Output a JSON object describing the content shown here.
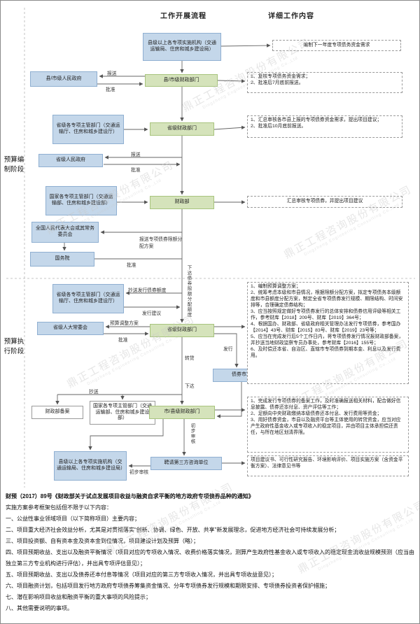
{
  "header": {
    "flow_column": "工作开展流程",
    "detail_column": "详细工作内容"
  },
  "stages": {
    "prep": "预算编制阶段",
    "exec": "预算执行阶段"
  },
  "nodes": {
    "impl_agency_top": "县级以上各专项实施机构（交通运输局、住房和城乡建设局）",
    "county_finance": "县/市级财政部门",
    "county_gov": "县/市级人民政府",
    "prov_dept": "省级各专项主管部门（交通运输厅、住房和城乡建设厅）",
    "prov_finance": "省级财政部门",
    "prov_gov": "省级人民政府",
    "national_dept": "国家各专项主管部门（交通运输部、住房和城乡建设部）",
    "mof": "财政部",
    "npc": "全国人民代表大会或其常务委员会",
    "state_council": "国务院",
    "prov_dept_exec": "省级各专项主管部门（交通运输厅、住房和城乡建设厅）",
    "prov_npc": "省级人大常委会",
    "prov_finance_exec": "省级财政部门",
    "bond_market": "债券市场",
    "mof_filing": "财政部备案",
    "national_dept_exec": "国家各专项主管部门（交通运输部、住房和城乡建设部）",
    "city_finance_exec": "市/县级财政部门",
    "impl_agency_exec": "县级以上各专项实施机构（交通运输局、住房和城乡建设局）",
    "third_party": "聘请第三方咨询单位"
  },
  "edge_labels": {
    "submit1": "报送",
    "approve1": "批准",
    "submit2": "报送",
    "approve2": "批准",
    "limit_plan": "报送专项债券限额分配方案",
    "approve3": "批准",
    "issue_limit_down": "下达债券限额分配额度",
    "copy_issue_limit": "抄送发行债券额度",
    "issue_advice": "发行建议",
    "budget_adjust": "预算调整方案",
    "approve4": "批准",
    "issue": "发行",
    "onlend": "转贷",
    "allocate": "下达",
    "copy_to": "抄送",
    "prelim_review_1": "初步审核",
    "prelim_review_2": "初步审核"
  },
  "details": {
    "d1": "编制下一年度专项债务资金需求",
    "d2": [
      "1、复核专项债务资金需求；",
      "2、批准后7月底前报送。"
    ],
    "d3": [
      "1、汇总审核各市县上报的专项债券资金需求，提出项目建议；",
      "2、批准后10月底前报送。"
    ],
    "d4": "汇总审核专项债券，并提出项目建议",
    "d5": [
      "1、编制预算调整方案；",
      "2、统筹考虑本级和市县情况，根据限额分配方案，拟定专项债务本级额度和市县额度分配方案，制定全省专项债券发行规模、期限结构、时间安排等，合理确定债券结构；",
      "3、应当按照规定做好专项债券发行的总体安排和债券信用评级等相关工作，参考财库【2018】209号、财库【2019】364号；",
      "4、根据国办、财政部、省级政府相关管理办法发行专项债券，参考国办【2014】43号、财库【2015】83号、财库【2019】23号等；",
      "5、应当在完成发行后5个工作日内，将专项债券发行情况报财政部备案，并抄送当地财政监察专员办事处，参考财库【2016】155号；",
      "6、及时偿还本省、自治区、直辖市专项债券到期本金、利息以及发行费用。"
    ],
    "d6": [
      "1、完成发行专项债券的备案工作，及时准确报送相关材料，配合做好信息披露、债券还本付息、资产评估等工作；",
      "2、足额向中央财政缴纳本级债券还本付息、发行费用等资金；",
      "3、用好债券资金，市县以及融资平台等主体使用的转贷资金，应当对应产生政府性基金收入或专项收入的稳定项目，并由项目主体承担偿还责任，与所在地区划清界限。"
    ],
    "d7": "项目建议书、可行性研究报告、环境影响评价、项目实施方案（含资金平衡方案）、法律意见书等"
  },
  "footer": {
    "title": "财预（2017）89号《财政部关于试点发展项目收益与融资自求平衡的地方政府专项债券品种的通知》",
    "intro": "实施方案参考框架包括但不限于以下内容：",
    "items": [
      "一、公益性事业领域项目（以下简称项目）主要内容；",
      "二、项目重大经济社会效益分析，尤其是对贯彻落实“创新、协调、绿色、开放、共享”新发展理念，促进地方经济社会可持续发展分析；",
      "三、项目投资额、自有资本金及资本金到位情况，项目建设计划及预算（略）；",
      "四、项目预期收益、支出以及融资平衡情况（项目对应的专项收入情况、收费价格落实情况，测算产生政府性基金收入或专项收入的稳定现金流收益规模预测（应当由独立第三方专业机构进行评估），并出具专项评估意见）；",
      "五、项目预期收益、支出以及债券还本付息等情况（项目对应的第三方专项收入情况，并出具专项收益意见）；",
      "六、项目融资计划，包括项目发行地方政府专项债券筹集资金情况、分年专项债券发行规模和期限安排、专项债券投资者保护措施；",
      "七、潜在影响项目收益和融资平衡的重大事项的风险提示；",
      "八、其他需要说明的事项。"
    ]
  },
  "watermark": {
    "cn": "鼎正工程咨询股份有限公司",
    "en": "Dingzheng Engineering Consulting Co.,Ltd"
  }
}
